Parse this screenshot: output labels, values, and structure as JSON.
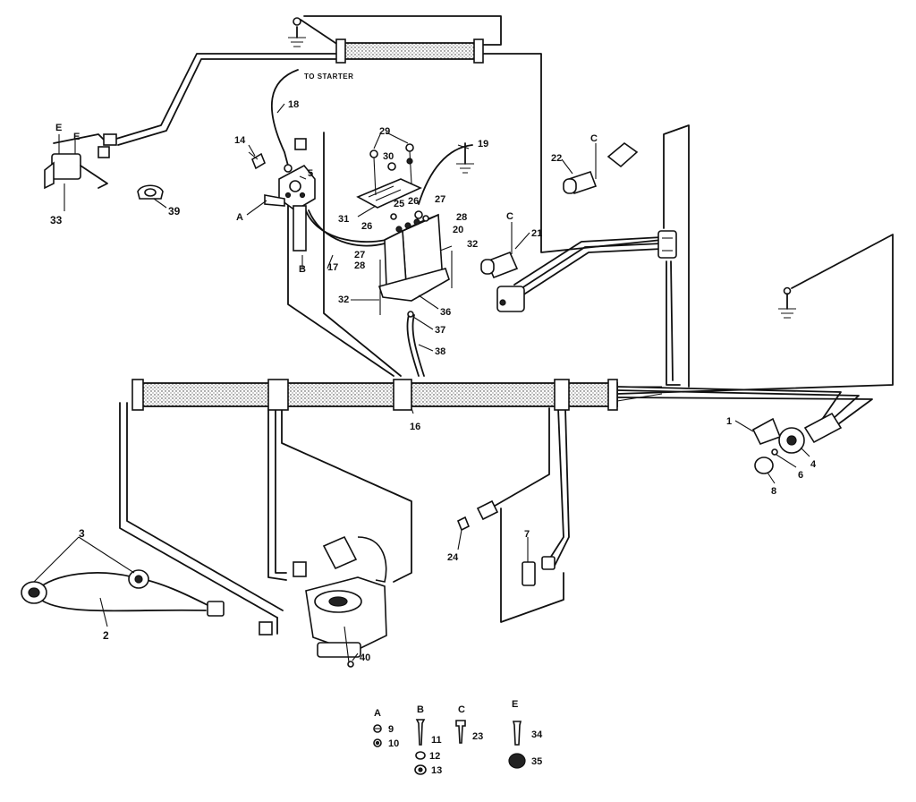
{
  "callouts": {
    "c1": "1",
    "c2": "2",
    "c3": "3",
    "c4": "4",
    "c5": "5",
    "c6": "6",
    "c7": "7",
    "c8": "8",
    "c14": "14",
    "c16": "16",
    "c17": "17",
    "c18": "18",
    "c19": "19",
    "c20": "20",
    "c21": "21",
    "c22": "22",
    "c24": "24",
    "c25": "25",
    "c26a": "26",
    "c26b": "26",
    "c27a": "27",
    "c27b": "27",
    "c28a": "28",
    "c28b": "28",
    "c29": "29",
    "c30": "30",
    "c31": "31",
    "c32a": "32",
    "c32b": "32",
    "c33": "33",
    "c36": "36",
    "c37": "37",
    "c38": "38",
    "c39": "39",
    "c40": "40"
  },
  "letters": {
    "A1": "A",
    "B1": "B",
    "C1": "C",
    "C2": "C",
    "E1": "E",
    "E2": "E"
  },
  "starter_note": "TO STARTER",
  "legend": {
    "A": {
      "title": "A",
      "items": [
        "9",
        "10"
      ]
    },
    "B": {
      "title": "B",
      "items": [
        "11",
        "12",
        "13"
      ]
    },
    "C": {
      "title": "C",
      "items": [
        "23"
      ]
    },
    "E": {
      "title": "E",
      "items": [
        "34",
        "35"
      ]
    }
  }
}
